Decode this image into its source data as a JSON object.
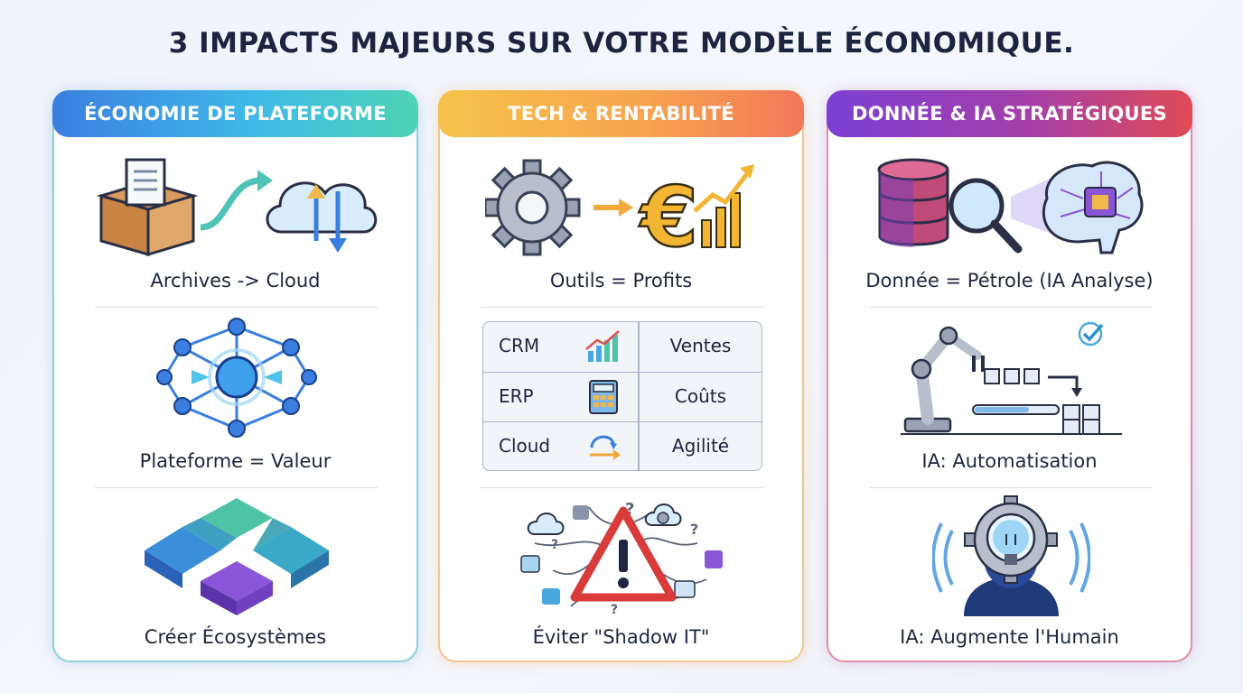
{
  "title": "3 IMPACTS MAJEURS SUR VOTRE MODÈLE ÉCONOMIQUE.",
  "columns": [
    {
      "header": "ÉCONOMIE DE PLATEFORME",
      "items": [
        {
          "label": "Archives -> Cloud",
          "icon": "box-to-cloud-icon"
        },
        {
          "label": "Plateforme = Valeur",
          "icon": "network-hub-icon"
        },
        {
          "label": "Créer Écosystèmes",
          "icon": "ecosystem-blocks-icon"
        }
      ]
    },
    {
      "header": "TECH & RENTABILITÉ",
      "items": [
        {
          "label": "Outils = Profits",
          "icon": "gear-to-euro-icon"
        },
        {
          "label": "Éviter \"Shadow IT\"",
          "icon": "warning-triangle-icon"
        }
      ],
      "table": [
        {
          "tool": "CRM",
          "icon": "growth-chart-icon",
          "value": "Ventes"
        },
        {
          "tool": "ERP",
          "icon": "calculator-icon",
          "value": "Coûts"
        },
        {
          "tool": "Cloud",
          "icon": "sync-arrows-icon",
          "value": "Agilité"
        }
      ]
    },
    {
      "header": "DONNÉE & IA STRATÉGIQUES",
      "items": [
        {
          "label": "Donnée = Pétrole (IA Analyse)",
          "icon": "database-brain-icon"
        },
        {
          "label": "IA: Automatisation",
          "icon": "robot-arm-icon"
        },
        {
          "label": "IA: Augmente l'Humain",
          "icon": "human-lightbulb-icon"
        }
      ]
    }
  ],
  "colors": {
    "col1_accent": "#3a7fe0",
    "col2_accent": "#f7a54e",
    "col3_accent": "#a53fa9",
    "text": "#1f2540"
  }
}
